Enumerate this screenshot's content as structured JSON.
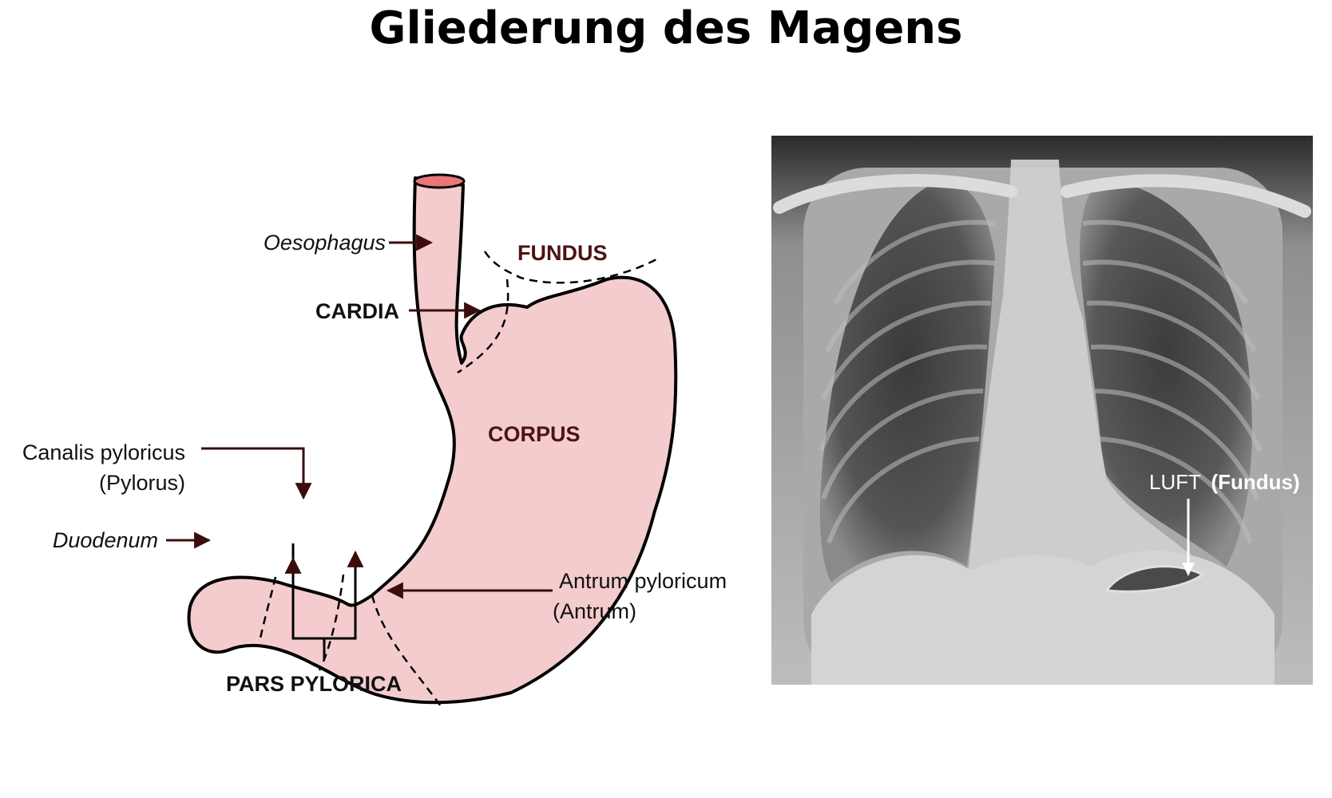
{
  "title": "Gliederung des Magens",
  "colors": {
    "stomach_fill": "#f4cccd",
    "outline": "#000000",
    "esophagus_opening": "#e8777a",
    "arrow": "#3c0c0c",
    "region_label": "#4a1414",
    "xray_label": "#ffffff"
  },
  "diagram": {
    "labels": {
      "oesophagus": "Oesophagus",
      "cardia": "CARDIA",
      "fundus": "FUNDUS",
      "corpus": "CORPUS",
      "canalis_line1": "Canalis pyloricus",
      "canalis_line2": "(Pylorus)",
      "duodenum": "Duodenum",
      "antrum_line1": "Antrum pyloricum",
      "antrum_line2": "(Antrum)",
      "pars_pylorica": "PARS PYLORICA"
    }
  },
  "xray": {
    "label_prefix": "LUFT",
    "label_suffix": "(Fundus)"
  }
}
